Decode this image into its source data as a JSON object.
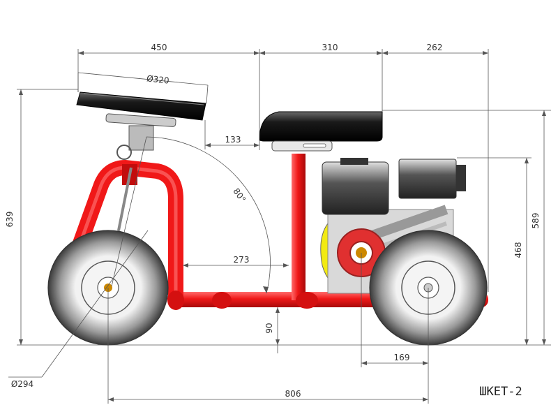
{
  "drawing": {
    "title": "ШКЕТ-2",
    "dimensions": {
      "front_length": "450",
      "seat_length": "310",
      "rear_overhang": "262",
      "wheel_diameter_steering": "Ø320",
      "seat_gap": "133",
      "steering_angle": "80°",
      "total_height": "639",
      "seat_height": "589",
      "engine_height": "468",
      "frame_gap": "273",
      "ground_clearance": "90",
      "axle_offset": "169",
      "wheel_diameter": "Ø294",
      "wheelbase": "806"
    },
    "colors": {
      "frame": "#f01818",
      "engine_cover": "#f2ea12",
      "tire": "#8a8a8a",
      "seat": "#1a1a1a"
    }
  }
}
